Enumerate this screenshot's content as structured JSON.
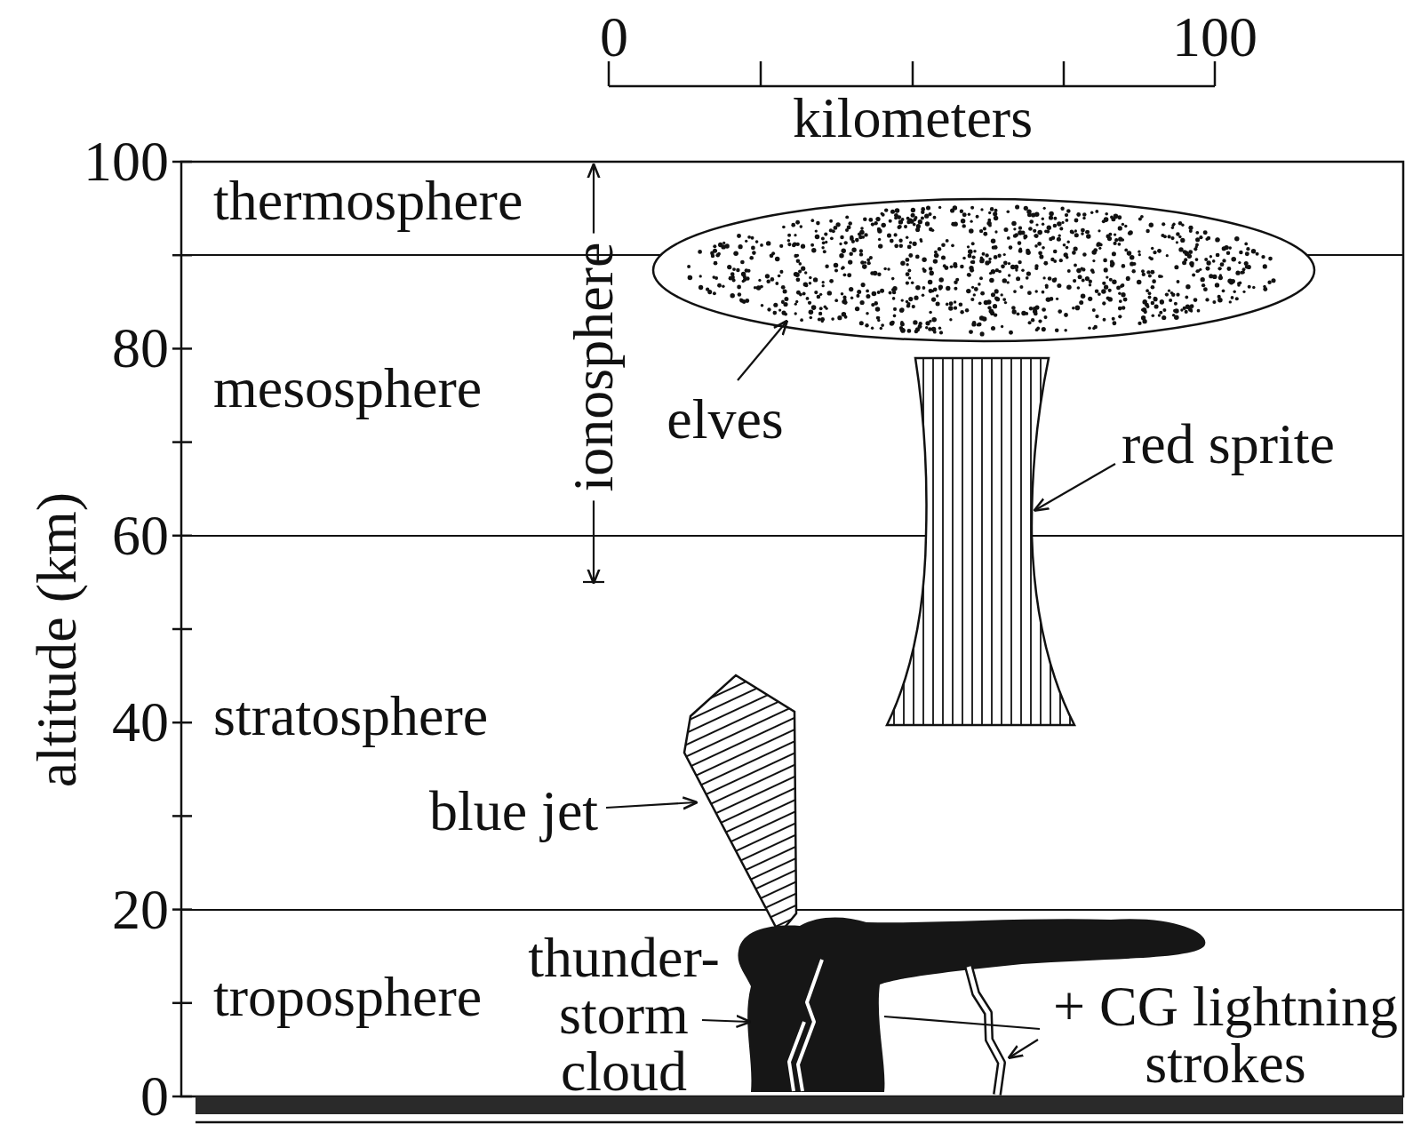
{
  "diagram": {
    "labels": [
      "0",
      "100",
      "kilometers",
      "100",
      "thermosphere",
      "ionosphere",
      "80",
      "mesosphere",
      "elves",
      "red sprite",
      "60",
      "40",
      "stratosphere",
      "blue jet",
      "20",
      "troposphere",
      "thunder- storm cloud",
      "+ CG lightning strokes",
      "0",
      "altitude (km)"
    ]
  }
}
